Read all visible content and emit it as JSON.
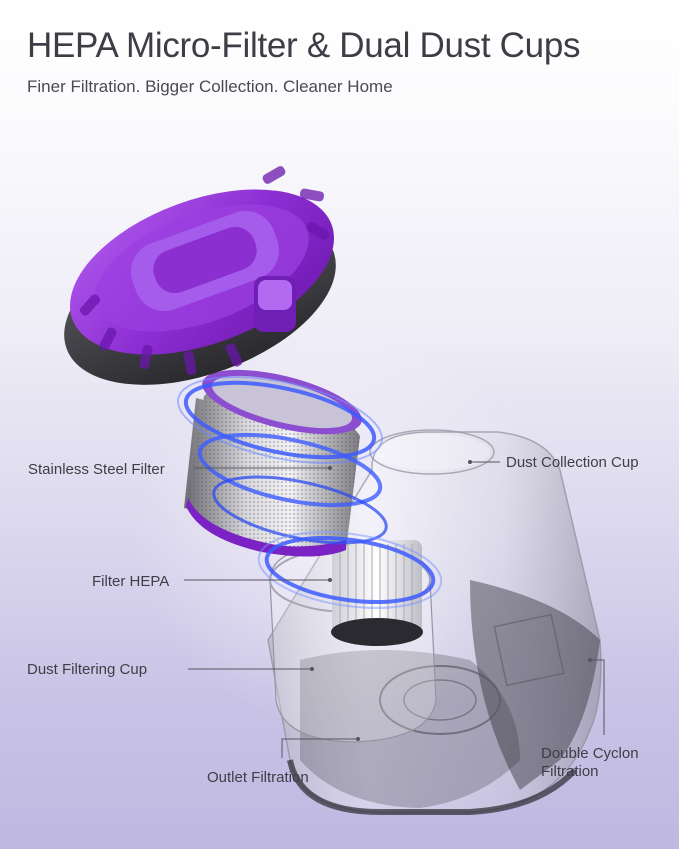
{
  "header": {
    "title": "HEPA Micro-Filter & Dual Dust Cups",
    "subtitle": "Finer Filtration. Bigger Collection. Cleaner Home"
  },
  "labels": {
    "stainless_steel_filter": "Stainless Steel Filter",
    "filter_hepa": "Filter HEPA",
    "dust_filtering_cup": "Dust Filtering Cup",
    "outlet_filtration": "Outlet Filtration",
    "dust_collection_cup": "Dust Collection Cup",
    "double_cyclone_filtration": "Double Cyclon Filtration"
  },
  "colors": {
    "accent_purple": "#8e2fd0",
    "glow_blue": "#3d5cff",
    "text": "#3d3d46"
  }
}
